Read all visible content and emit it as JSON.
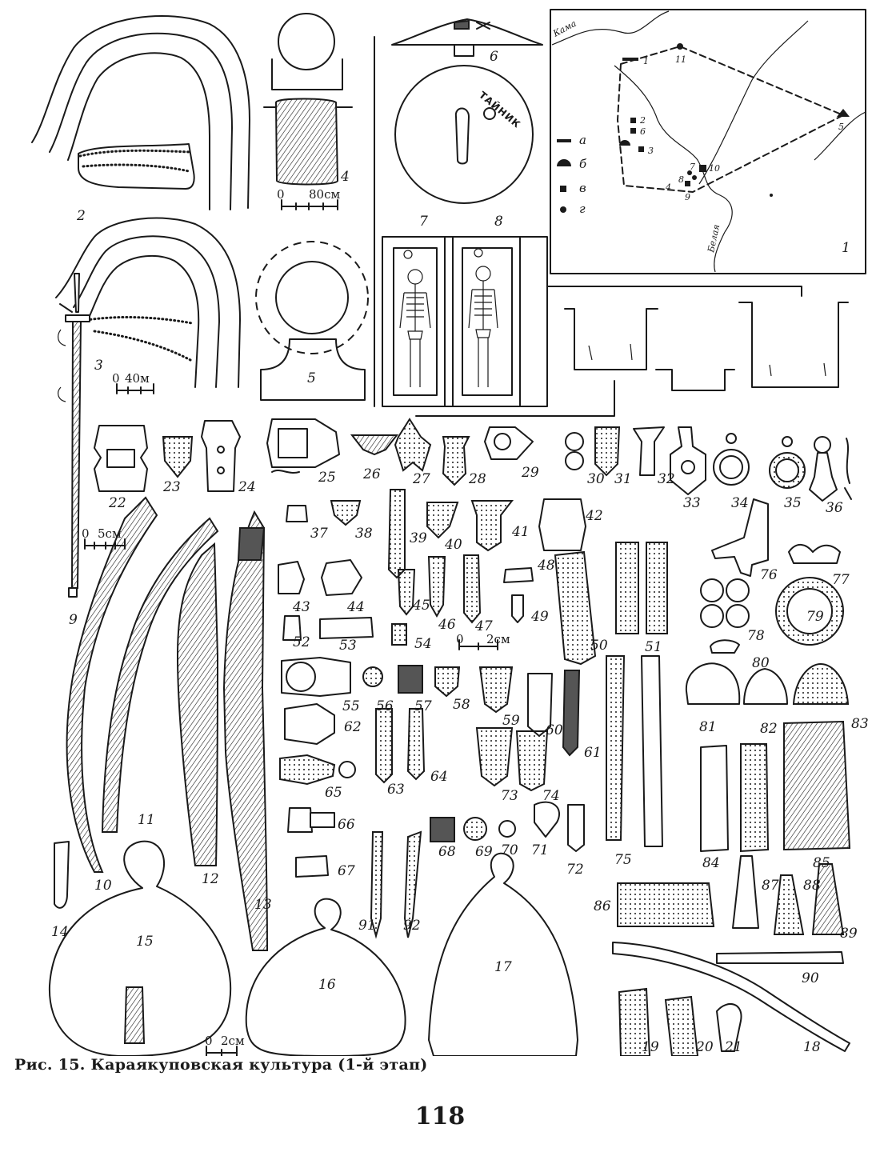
{
  "caption": "Рис. 15. Караякуповская культура (1-й этап)",
  "page_number": "118",
  "map": {
    "rivers": [
      "Кама",
      "Белая"
    ],
    "legend": [
      {
        "key": "а",
        "symbol": "bar"
      },
      {
        "key": "б",
        "symbol": "half-disc"
      },
      {
        "key": "в",
        "symbol": "square"
      },
      {
        "key": "г",
        "symbol": "dot"
      }
    ],
    "site_numbers": [
      "1",
      "2",
      "3",
      "4",
      "5",
      "6",
      "7",
      "8",
      "9",
      "10",
      "11"
    ]
  },
  "grave_label": "ТАЙНИК",
  "scales": {
    "s80": "80см",
    "s40": "40м",
    "s5": "5см",
    "s2a": "2см",
    "s2b": "2см",
    "zero": "0"
  },
  "figure_numbers": [
    "1",
    "2",
    "3",
    "4",
    "5",
    "6",
    "7",
    "8",
    "9",
    "10",
    "11",
    "12",
    "13",
    "14",
    "15",
    "16",
    "17",
    "18",
    "19",
    "20",
    "21",
    "22",
    "23",
    "24",
    "25",
    "26",
    "27",
    "28",
    "29",
    "30",
    "31",
    "32",
    "33",
    "34",
    "35",
    "36",
    "37",
    "38",
    "39",
    "40",
    "41",
    "42",
    "43",
    "44",
    "45",
    "46",
    "47",
    "48",
    "49",
    "50",
    "51",
    "52",
    "53",
    "54",
    "55",
    "56",
    "57",
    "58",
    "59",
    "60",
    "61",
    "62",
    "63",
    "64",
    "65",
    "66",
    "67",
    "68",
    "69",
    "70",
    "71",
    "72",
    "73",
    "74",
    "75",
    "76",
    "77",
    "78",
    "79",
    "80",
    "81",
    "82",
    "83",
    "84",
    "85",
    "86",
    "87",
    "88",
    "89",
    "90",
    "91",
    "92"
  ]
}
